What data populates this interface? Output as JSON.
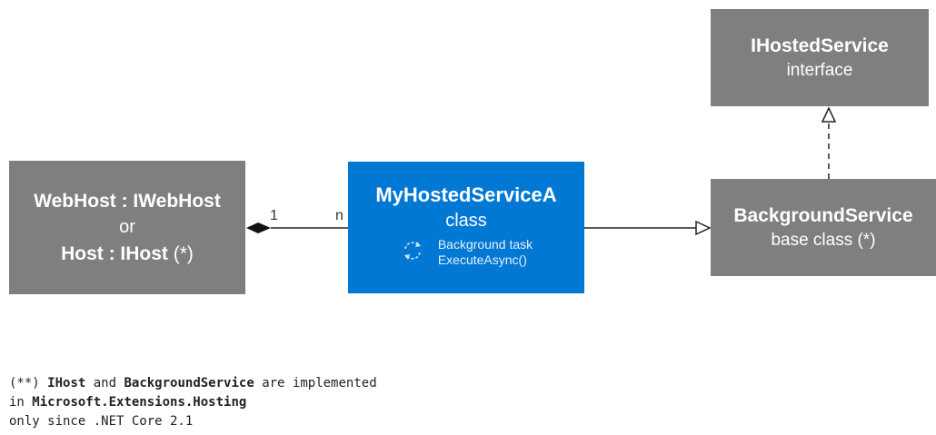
{
  "webhost": {
    "line1": "WebHost : IWebHost",
    "line2": "or",
    "line3_bold": "Host : IHost",
    "line3_rest": " (*)"
  },
  "myhosted": {
    "title": "MyHostedServiceA",
    "subtitle": "class",
    "task_line1": "Background task",
    "task_line2": "ExecuteAsync()",
    "task_icon": "refresh-icon"
  },
  "ihosted": {
    "title": "IHostedService",
    "subtitle": "interface"
  },
  "bgservice": {
    "title": "BackgroundService",
    "subtitle": "base class (*)"
  },
  "multiplicity": {
    "left": "1",
    "right": "n"
  },
  "note": {
    "l1_a": "(**) ",
    "l1_b": "IHost",
    "l1_c": " and ",
    "l1_d": "BackgroundService",
    "l1_e": " are implemented",
    "l2_a": "in ",
    "l2_b": "Microsoft.Extensions.Hosting",
    "l3": "only since .NET Core 2.1"
  },
  "colors": {
    "gray": "#7f7f7f",
    "blue": "#0078d4"
  }
}
